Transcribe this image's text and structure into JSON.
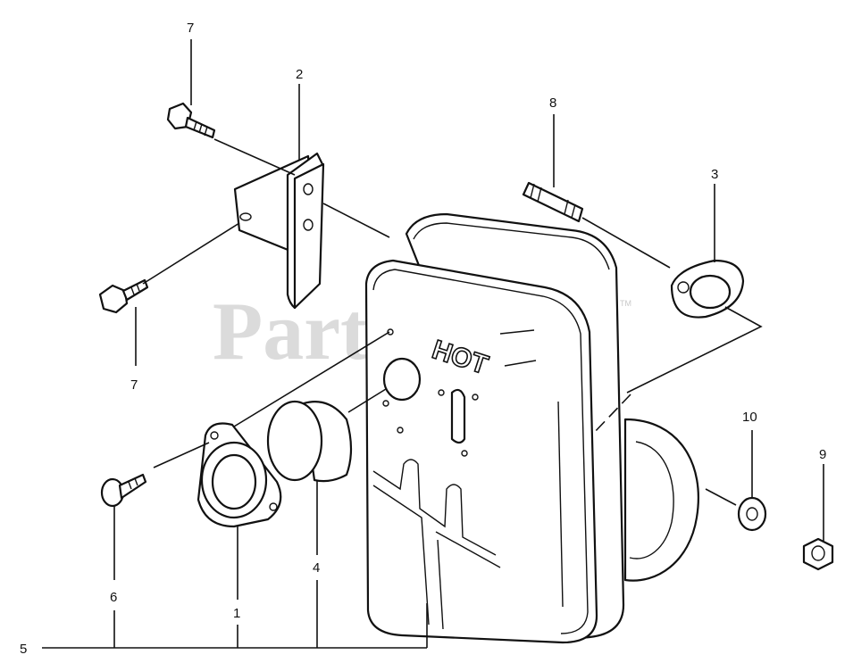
{
  "watermark": {
    "text": "PartsTree",
    "trademark": "TM"
  },
  "muffler_marking": "HOT",
  "callouts": {
    "c1": "1",
    "c2": "2",
    "c3": "3",
    "c4": "4",
    "c5": "5",
    "c6": "6",
    "c7_top": "7",
    "c7_left": "7",
    "c8": "8",
    "c9": "9",
    "c10": "10"
  },
  "colors": {
    "line": "#111111",
    "watermark": "#cfcfcf",
    "background": "#ffffff"
  }
}
